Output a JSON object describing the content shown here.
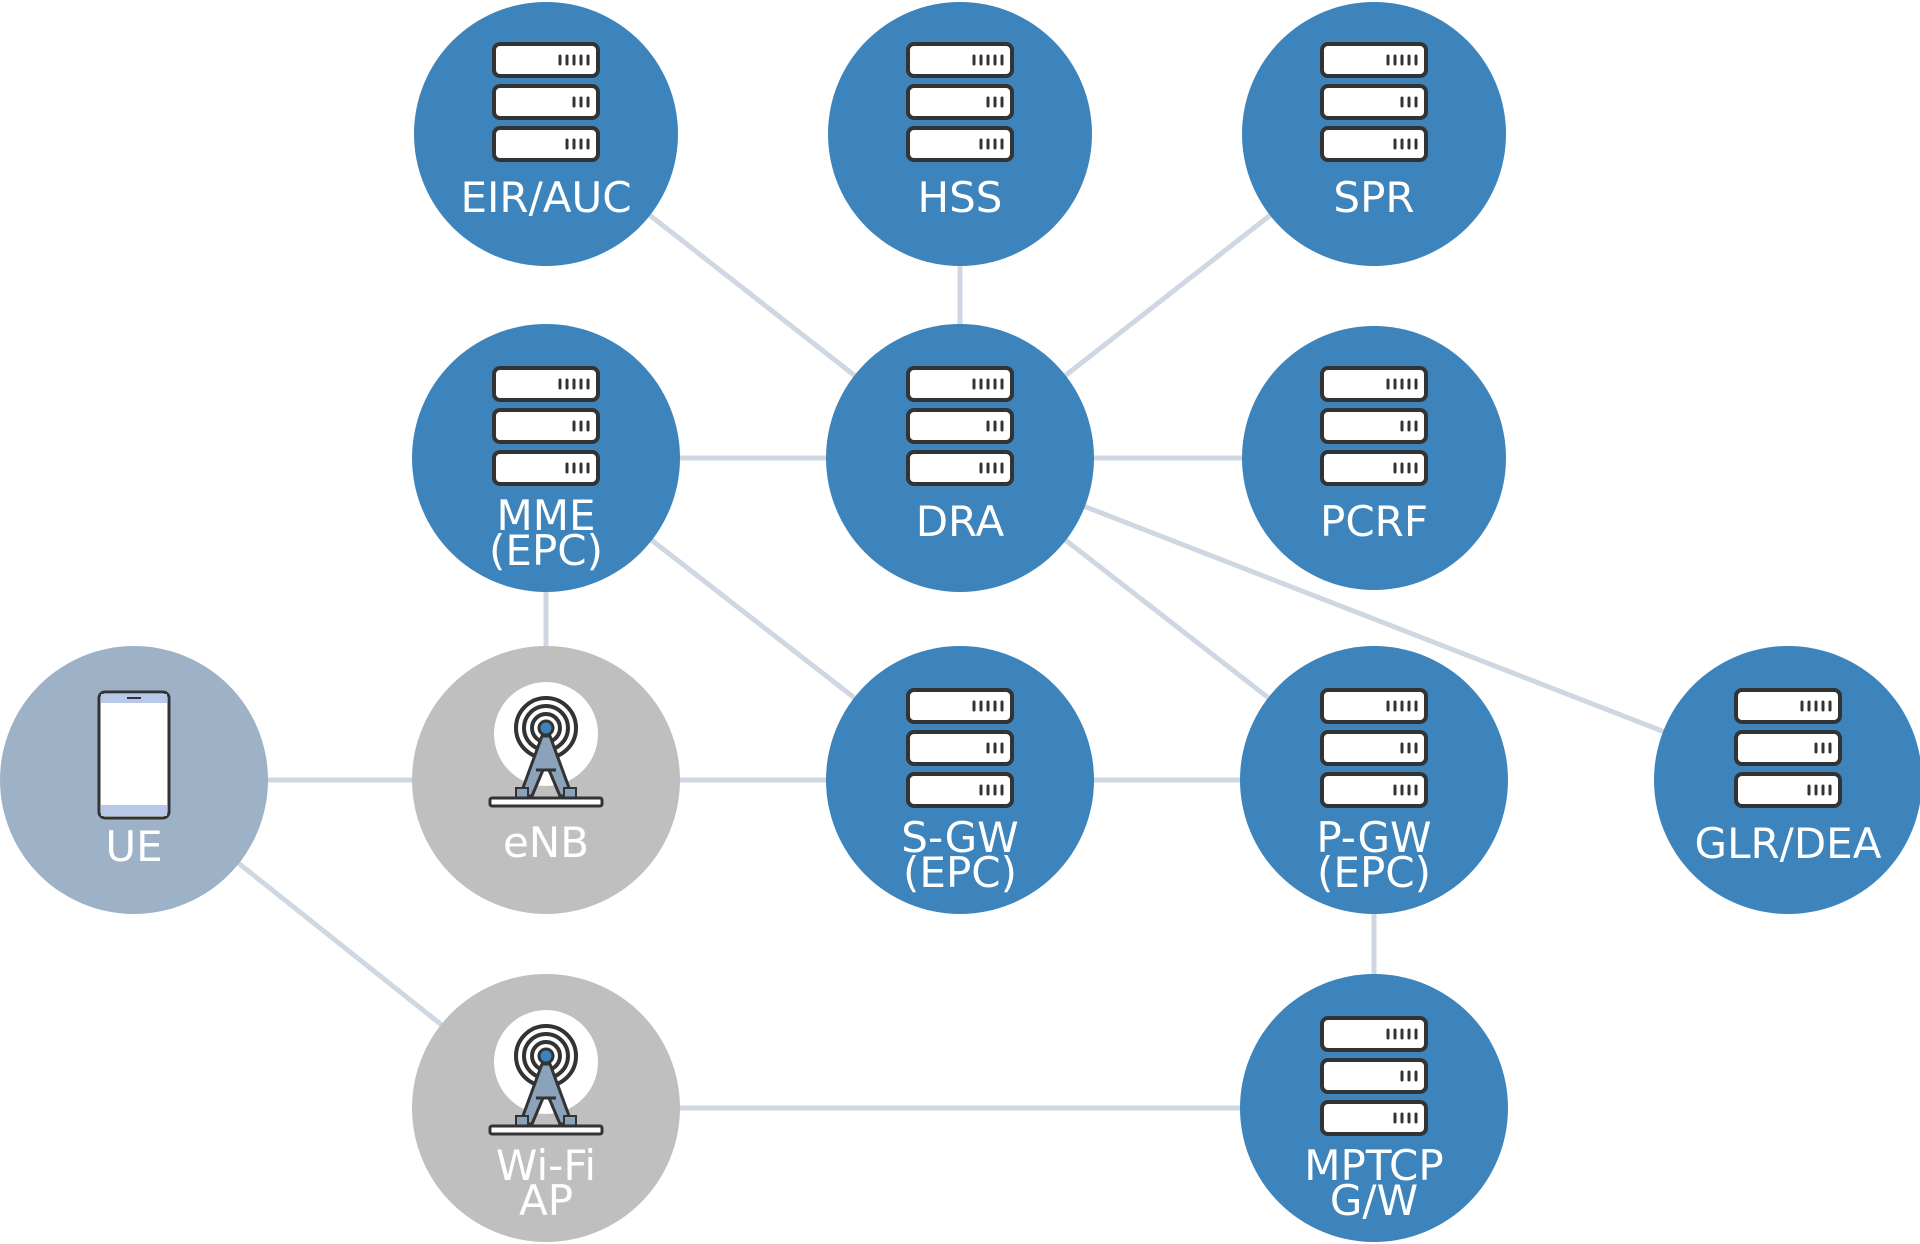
{
  "colors": {
    "server_node": "#3c84bb",
    "radio_node": "#bfbfbf",
    "device_node": "#9db2c7",
    "edge": "#cfd7e3",
    "icon_stroke": "#333333"
  },
  "nodes": [
    {
      "id": "eir-auc",
      "kind": "server",
      "icon": "server-rack-icon",
      "lines": [
        "EIR/AUC"
      ]
    },
    {
      "id": "hss",
      "kind": "server",
      "icon": "server-rack-icon",
      "lines": [
        "HSS"
      ]
    },
    {
      "id": "spr",
      "kind": "server",
      "icon": "server-rack-icon",
      "lines": [
        "SPR"
      ]
    },
    {
      "id": "mme",
      "kind": "server",
      "icon": "server-rack-icon",
      "lines": [
        "MME",
        "(EPC)"
      ]
    },
    {
      "id": "dra",
      "kind": "server",
      "icon": "server-rack-icon",
      "lines": [
        "DRA"
      ]
    },
    {
      "id": "pcrf",
      "kind": "server",
      "icon": "server-rack-icon",
      "lines": [
        "PCRF"
      ]
    },
    {
      "id": "ue",
      "kind": "device",
      "icon": "smartphone-icon",
      "lines": [
        "UE"
      ]
    },
    {
      "id": "enb",
      "kind": "radio",
      "icon": "antenna-tower-icon",
      "lines": [
        "eNB"
      ]
    },
    {
      "id": "s-gw",
      "kind": "server",
      "icon": "server-rack-icon",
      "lines": [
        "S-GW",
        "(EPC)"
      ]
    },
    {
      "id": "p-gw",
      "kind": "server",
      "icon": "server-rack-icon",
      "lines": [
        "P-GW",
        "(EPC)"
      ]
    },
    {
      "id": "glr-dea",
      "kind": "server",
      "icon": "server-rack-icon",
      "lines": [
        "GLR/DEA"
      ]
    },
    {
      "id": "wifi-ap",
      "kind": "radio",
      "icon": "antenna-tower-icon",
      "lines": [
        "Wi-Fi",
        "AP"
      ]
    },
    {
      "id": "mptcp-gw",
      "kind": "server",
      "icon": "server-rack-icon",
      "lines": [
        "MPTCP",
        "G/W"
      ]
    }
  ],
  "edges": [
    [
      "eir-auc",
      "dra"
    ],
    [
      "hss",
      "dra"
    ],
    [
      "spr",
      "dra"
    ],
    [
      "mme",
      "dra"
    ],
    [
      "dra",
      "pcrf"
    ],
    [
      "dra",
      "p-gw"
    ],
    [
      "dra",
      "glr-dea"
    ],
    [
      "mme",
      "enb"
    ],
    [
      "mme",
      "s-gw"
    ],
    [
      "ue",
      "enb"
    ],
    [
      "enb",
      "s-gw"
    ],
    [
      "s-gw",
      "p-gw"
    ],
    [
      "ue",
      "wifi-ap"
    ],
    [
      "p-gw",
      "mptcp-gw"
    ],
    [
      "wifi-ap",
      "mptcp-gw"
    ]
  ]
}
